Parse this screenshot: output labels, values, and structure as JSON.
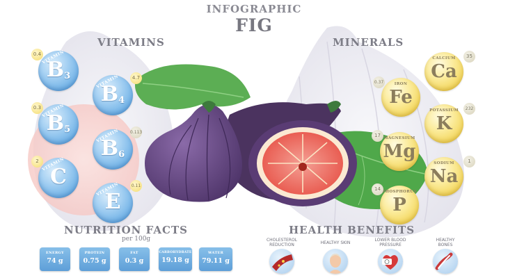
{
  "header": {
    "kicker": "INFOGRAPHIC",
    "title": "FIG"
  },
  "sections": {
    "vitamins": "VITAMINS",
    "minerals": "MINERALS",
    "nutrition": "NUTRITION FACTS",
    "nutrition_sub": "per 100g",
    "health": "HEALTH BENEFITS"
  },
  "vitamins": [
    {
      "label": "VITAMIN",
      "letter": "B",
      "sub": "3",
      "value": "0.4"
    },
    {
      "label": "VITAMIN",
      "letter": "B",
      "sub": "4",
      "value": "4.7"
    },
    {
      "label": "VITAMIN",
      "letter": "B",
      "sub": "5",
      "value": "0.3"
    },
    {
      "label": "VITAMIN",
      "letter": "B",
      "sub": "6",
      "value": "0.113"
    },
    {
      "label": "VITAMIN",
      "letter": "C",
      "sub": "",
      "value": "2"
    },
    {
      "label": "VITAMIN",
      "letter": "E",
      "sub": "",
      "value": "0.11"
    }
  ],
  "minerals": [
    {
      "label": "CALCIUM",
      "symbol": "Ca",
      "value": "35"
    },
    {
      "label": "IRON",
      "symbol": "Fe",
      "value": "0.37"
    },
    {
      "label": "POTASSIUM",
      "symbol": "K",
      "value": "232"
    },
    {
      "label": "MAGNESIUM",
      "symbol": "Mg",
      "value": "17"
    },
    {
      "label": "SODIUM",
      "symbol": "Na",
      "value": "1"
    },
    {
      "label": "PHOSPHORUS",
      "symbol": "P",
      "value": "14"
    }
  ],
  "nutrition": [
    {
      "label": "ENERGY",
      "value": "74 g"
    },
    {
      "label": "PROTEIN",
      "value": "0.75 g"
    },
    {
      "label": "FAT",
      "value": "0.3 g"
    },
    {
      "label": "CARBOHYDRATE",
      "value": "19.18 g"
    },
    {
      "label": "WATER",
      "value": "79.11 g"
    }
  ],
  "benefits": [
    {
      "label": "CHOLESTEROL\nREDUCTION",
      "icon": "artery-icon"
    },
    {
      "label": "HEALTHY SKIN",
      "icon": "face-icon"
    },
    {
      "label": "LOWER BLOOD\nPRESSURE",
      "icon": "heart-icon"
    },
    {
      "label": "HEALTHY\nBONES",
      "icon": "bone-icon"
    }
  ],
  "colors": {
    "fig_purple": "#6b4a8a",
    "fig_flesh": "#f07a6a",
    "leaf_green": "#4fa84a",
    "vitamin_blue": "#6fb1e6",
    "mineral_yellow": "#f3d65a"
  }
}
